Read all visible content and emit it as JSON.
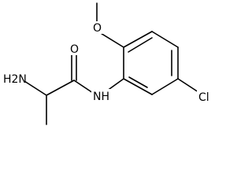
{
  "molecule": {
    "atoms": {
      "amine": "H2N",
      "carbonyl_oxygen": "O",
      "amide_nitrogen": "NH",
      "methoxy_oxygen": "O",
      "chlorine": "Cl"
    }
  },
  "colors": {
    "bond": "#000000",
    "label": "#000000",
    "background": "#ffffff"
  }
}
